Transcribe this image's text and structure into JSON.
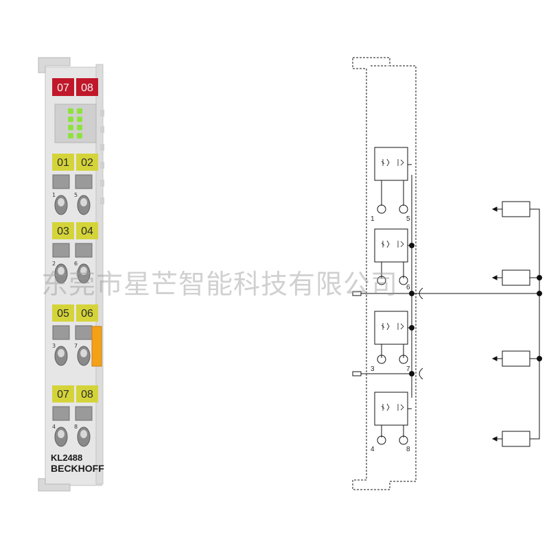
{
  "module": {
    "model": "KL2488",
    "brand": "BECKHOFF",
    "top_labels": [
      "07",
      "08"
    ],
    "channel_labels": [
      [
        "01",
        "02"
      ],
      [
        "03",
        "04"
      ],
      [
        "05",
        "06"
      ],
      [
        "07",
        "08"
      ]
    ],
    "pin_labels": [
      [
        "1",
        "5"
      ],
      [
        "2",
        "6"
      ],
      [
        "3",
        "7"
      ],
      [
        "4",
        "8"
      ]
    ],
    "colors": {
      "red_label": "#c0182a",
      "yellow_label": "#d4d43a",
      "led": "#8fe23e",
      "orange_tab": "#f4a11a",
      "housing": "#e6e6e6"
    }
  },
  "diagram": {
    "pin_pairs": [
      [
        "1",
        "5"
      ],
      [
        "",
        ""
      ],
      [
        "3",
        "7"
      ],
      [
        "4",
        "8"
      ]
    ],
    "pin6": "6"
  },
  "watermark": "东莞市星芒智能科技有限公司"
}
